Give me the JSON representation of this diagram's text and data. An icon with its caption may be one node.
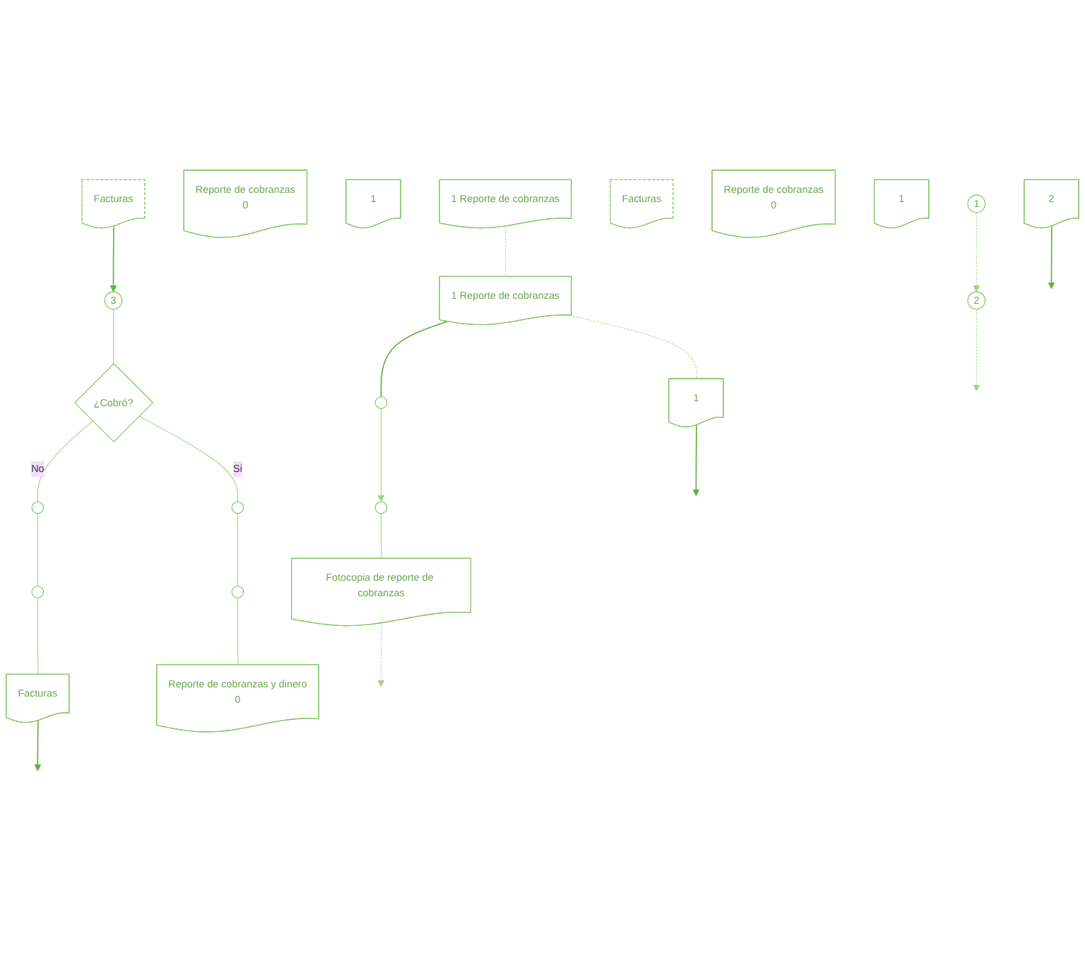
{
  "diagram": {
    "nodes": [
      {
        "text": [
          "1"
        ]
      },
      {
        "text": [
          "Reporte de cobranzas",
          "0"
        ]
      },
      {
        "text": [
          "1"
        ]
      },
      {
        "text": [
          "2"
        ]
      },
      {
        "text": [
          "Facturas"
        ]
      },
      {
        "text": [
          "2"
        ]
      },
      {
        "text": [
          "Reporte de cobranzas",
          "0"
        ]
      },
      {
        "text": [
          "1"
        ]
      },
      {
        "text": [
          "Facturas"
        ]
      },
      {
        "text": [
          "3"
        ]
      },
      {
        "text": [
          "¿Cobró?"
        ]
      },
      {
        "text": [],
        "shape": "circle"
      },
      {
        "text": [],
        "shape": "circle"
      },
      {
        "text": [],
        "shape": "circle"
      },
      {
        "text": [],
        "shape": "circle"
      },
      {
        "text": [
          "Facturas"
        ]
      },
      {
        "text": [
          "1 Reporte de cobranzas"
        ]
      },
      {
        "text": [
          "1 Reporte de cobranzas"
        ]
      },
      {
        "text": [
          "Reporte de cobranzas y dinero",
          "0"
        ]
      },
      {
        "text": [
          "1"
        ]
      },
      {
        "text": [],
        "shape": "circle"
      },
      {
        "text": [],
        "shape": "circle"
      },
      {
        "text": [
          "Fotocopia de reporte de cobranzas"
        ]
      }
    ],
    "edges": [
      {
        "from": 0,
        "to": 5,
        "arrow": "to",
        "style": "dashed"
      },
      {
        "from": 5,
        "to": null,
        "arrow": "to",
        "style": "dashed"
      },
      {
        "from": 3,
        "to": null,
        "arrow": "to",
        "color": "#5fb040"
      },
      {
        "from": 8,
        "to": 9,
        "arrow": "to",
        "color": "#5fb040"
      },
      {
        "from": 9,
        "to": 10,
        "arrow": "none"
      },
      {
        "from": 10,
        "to": 11,
        "label": "No",
        "arrow": "none"
      },
      {
        "from": 11,
        "to": 13,
        "arrow": "none"
      },
      {
        "from": 13,
        "to": 15,
        "arrow": "none"
      },
      {
        "from": 10,
        "to": 12,
        "label": "Si",
        "arrow": "none"
      },
      {
        "from": 12,
        "to": 14,
        "arrow": "none"
      },
      {
        "from": 14,
        "to": 18,
        "arrow": "none"
      },
      {
        "from": 15,
        "to": null,
        "arrow": "to",
        "color": "#5fb040"
      },
      {
        "from": 16,
        "to": 17,
        "arrow": "none",
        "style": "dashed"
      },
      {
        "from": 17,
        "to": 19,
        "arrow": "none",
        "style": "dashed"
      },
      {
        "from": 19,
        "to": null,
        "arrow": "to",
        "color": "#5fb040"
      },
      {
        "from": 17,
        "to": 20,
        "arrow": "none",
        "color": "#5fb040"
      },
      {
        "from": 20,
        "to": 21,
        "arrow": "to"
      },
      {
        "from": 21,
        "to": 22,
        "arrow": "none"
      },
      {
        "from": 22,
        "to": null,
        "arrow": "to",
        "style": "dashed"
      }
    ]
  }
}
